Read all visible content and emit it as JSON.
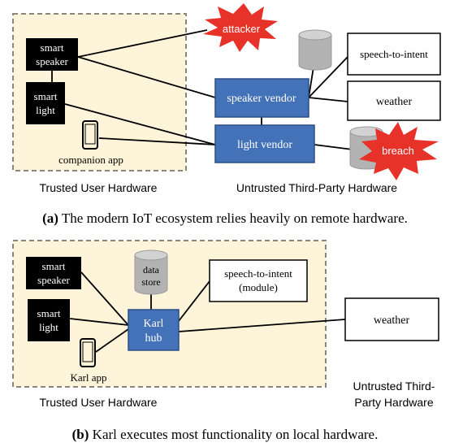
{
  "colors": {
    "trusted_fill": "#fdf4d9",
    "trusted_border": "#8c8579",
    "vendor_fill": "#4472b8",
    "vendor_border": "#2b4f87",
    "device_fill": "#000000",
    "burst_fill": "#e63228",
    "cylinder": "#b3b3b3"
  },
  "diagram_a": {
    "devices": {
      "smart_speaker": [
        "smart",
        "speaker"
      ],
      "smart_light": [
        "smart",
        "light"
      ],
      "companion_app": "companion app"
    },
    "vendors": {
      "speaker_vendor": "speaker vendor",
      "light_vendor": "light vendor"
    },
    "services": {
      "speech_to_intent": "speech-to-intent",
      "weather": "weather"
    },
    "threats": {
      "attacker": "attacker",
      "breach": "breach"
    },
    "regions": {
      "trusted": "Trusted User Hardware",
      "untrusted": "Untrusted Third-Party Hardware"
    },
    "caption": {
      "label": "(a)",
      "text": " The modern IoT ecosystem relies heavily on remote hardware."
    }
  },
  "diagram_b": {
    "devices": {
      "smart_speaker": [
        "smart",
        "speaker"
      ],
      "smart_light": [
        "smart",
        "light"
      ],
      "karl_app": "Karl app"
    },
    "hub": [
      "Karl",
      "hub"
    ],
    "data_store": [
      "data",
      "store"
    ],
    "module": [
      "speech-to-intent",
      "(module)"
    ],
    "weather": "weather",
    "regions": {
      "trusted": "Trusted User Hardware",
      "untrusted": [
        "Untrusted Third-",
        "Party Hardware"
      ]
    },
    "caption": {
      "label": "(b)",
      "text": " Karl executes most functionality on local hardware."
    }
  }
}
